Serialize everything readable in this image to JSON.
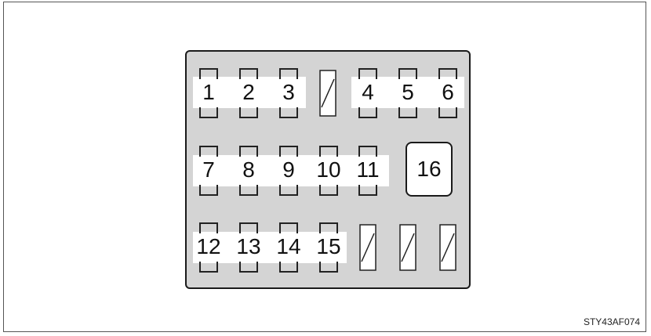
{
  "fuses": {
    "f1": "1",
    "f2": "2",
    "f3": "3",
    "f4": "4",
    "f5": "5",
    "f6": "6",
    "f7": "7",
    "f8": "8",
    "f9": "9",
    "f10": "10",
    "f11": "11",
    "f12": "12",
    "f13": "13",
    "f14": "14",
    "f15": "15"
  },
  "relay": {
    "label": "16"
  },
  "figure_code": "STY43AF074"
}
